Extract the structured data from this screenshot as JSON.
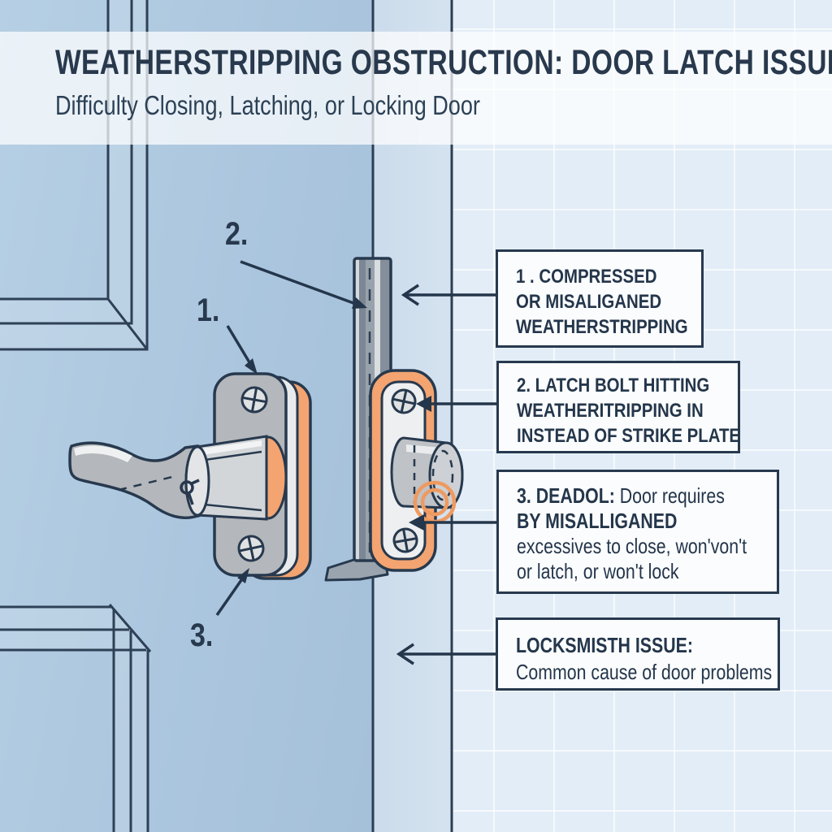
{
  "header": {
    "title": "WEATHERSTRIPPING OBSTRUCTION: DOOR LATCH ISSUE",
    "subtitle": "Difficulty Closing, Latching, or Locking Door"
  },
  "pointers": {
    "p1": "1.",
    "p2": "2.",
    "p3": "3."
  },
  "callouts": [
    {
      "lines": [
        {
          "b": "1 . COMPRESSED",
          "r": ""
        },
        {
          "b": "OR MISALIGANED",
          "r": ""
        },
        {
          "b": "WEATHERSTRIPPING",
          "r": ""
        }
      ]
    },
    {
      "lines": [
        {
          "b": "2. LATCH BOLT HITTING",
          "r": ""
        },
        {
          "b": "WEATHERITRIPPING IN",
          "r": ""
        },
        {
          "b": "INSTEAD OF STRIKE PLATE",
          "r": ""
        }
      ]
    },
    {
      "lines": [
        {
          "b": "3. DEADOL:",
          "r": " Door requires"
        },
        {
          "b": "BY MISALLIGANED",
          "r": ""
        },
        {
          "b": "",
          "r": "excessives to close, won'von't"
        },
        {
          "b": "",
          "r": "or latch, or won't lock"
        }
      ]
    },
    {
      "lines": [
        {
          "b": "LOCKSMISTH ISSUE:",
          "r": ""
        },
        {
          "b": "",
          "r": "Common cause of door problems"
        }
      ]
    }
  ],
  "colors": {
    "navy_outline": "#27394e",
    "accent_orange": "#f3a471",
    "ring_orange": "#ef9a60",
    "door_blue": "#abc6de",
    "jamb_blue": "#d0dfee",
    "wall_blue": "#e3edf7",
    "metal_gray": "#b4b7bb",
    "box_background": "#fbfcfd"
  }
}
